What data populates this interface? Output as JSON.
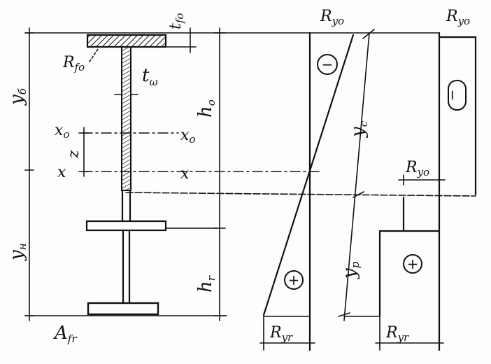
{
  "labels": {
    "t_fo": {
      "base": "t",
      "sub": "fo"
    },
    "R_fo": {
      "base": "R",
      "sub": "fo"
    },
    "t_w": {
      "base": "t",
      "sub": "ω"
    },
    "y_b": {
      "base": "y",
      "sub": "б"
    },
    "h_o": {
      "base": "h",
      "sub": "o"
    },
    "x_o_left": {
      "base": "x",
      "sub": "o"
    },
    "x_o_right": {
      "base": "x",
      "sub": "o"
    },
    "z": "z",
    "x_left": "x",
    "x_right": "x",
    "y_n": {
      "base": "y",
      "sub": "н"
    },
    "h_r": {
      "base": "h",
      "sub": "r"
    },
    "A_fr": {
      "base": "A",
      "sub": "fr"
    },
    "R_yo_top_mid": {
      "base": "R",
      "sub": "yo"
    },
    "R_yo_top_right": {
      "base": "R",
      "sub": "yo"
    },
    "R_yo_step": {
      "base": "R",
      "sub": "yo"
    },
    "y_c": {
      "base": "y",
      "sub": "c"
    },
    "y_p": {
      "base": "y",
      "sub": "p"
    },
    "R_yr_mid": {
      "base": "R",
      "sub": "yr"
    },
    "R_yr_right": {
      "base": "R",
      "sub": "yr"
    }
  },
  "signs": {
    "minus": "−",
    "plus": "+"
  },
  "colors": {
    "ink": "#111111",
    "paper": "#fdfdfb"
  }
}
